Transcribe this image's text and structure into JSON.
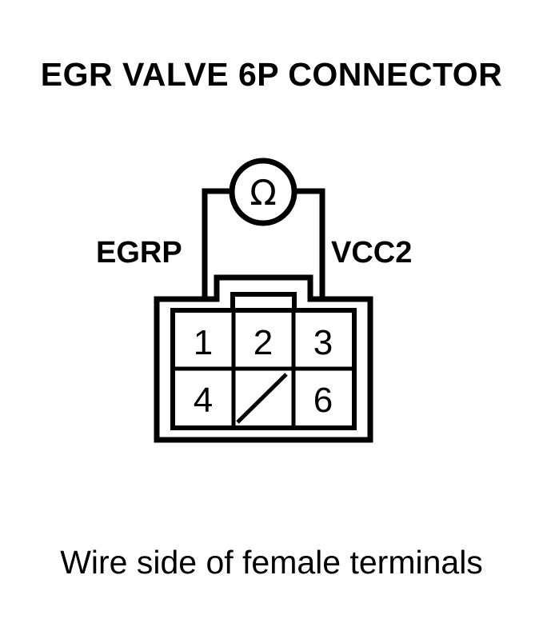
{
  "title": "EGR VALVE 6P CONNECTOR",
  "caption": "Wire side of female terminals",
  "meter": {
    "symbol": "Ω",
    "icon": "ohmmeter-icon"
  },
  "probes": {
    "left_label": "EGRP",
    "right_label": "VCC2"
  },
  "connector": {
    "pins": [
      {
        "label": "1"
      },
      {
        "label": "2"
      },
      {
        "label": "3"
      },
      {
        "label": "4"
      },
      {
        "label": ""
      },
      {
        "label": "6"
      }
    ],
    "empty_cavity_icon": "slash-unused-cavity-icon"
  }
}
